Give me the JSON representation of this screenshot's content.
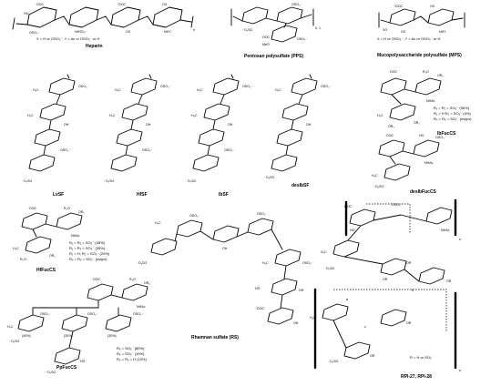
{
  "panels": {
    "heparin": {
      "title": "Heparin",
      "legend": "X = H or OSO₃⁻, Y = Ac or OSO₃⁻ or H",
      "groups": [
        "⁻OOC",
        "HO",
        "OSO₃⁻",
        "⁻OOC",
        "HO",
        "OX",
        "NHSO₃⁻",
        "OX",
        "NHY",
        "O",
        "n"
      ]
    },
    "pps": {
      "title": "Pentosan polysulfate (PPS)",
      "groups": [
        "⁻O₃SO",
        "OSO₃⁻",
        "⁻OOC",
        "MeO",
        "OSO₃⁻",
        "0, 1"
      ]
    },
    "mps": {
      "title": "Mucopolysaccharide polysulfate (MPS)",
      "legend": "X = H or OSO₃⁻, Y = Ac or OSO₃⁻ or H",
      "groups": [
        "⁻OOC",
        "XO",
        "OX",
        "OX",
        "NHY"
      ]
    },
    "lvsf": {
      "title": "LvSF",
      "groups": [
        "OSO₃⁻",
        "H₃C",
        "OH",
        "OSO₃⁻",
        "⁻O₃SO"
      ]
    },
    "hfsf": {
      "title": "HfSF",
      "groups": [
        "OSO₃⁻",
        "H₃C",
        "OH",
        "OSO₃⁻",
        "⁻O₃SO"
      ]
    },
    "ibsf": {
      "title": "IbSF",
      "groups": [
        "OSO₃⁻",
        "H₃C",
        "OH",
        "OSO₃⁻",
        "⁻O₃SO"
      ]
    },
    "desibsf": {
      "title": "desIbSF",
      "groups": [
        "OSO₃⁻",
        "H₃C",
        "OH",
        "⁻O₃SO"
      ]
    },
    "ibfuccs": {
      "title": "IbFucCS",
      "groups": [
        "⁻OOC",
        "R₄O",
        "OR₆",
        "NHAc",
        "H₃C",
        "OR₂",
        "OR₃"
      ],
      "legend_lines": [
        "R₁ = R₂ = SO₃⁻ (96%)",
        "R₁ = H R₂ = SO₃⁻ (4%)",
        "R₄ = R₆ = SO₃⁻ (major)"
      ]
    },
    "desibfuccs": {
      "title": "desIbFucCS",
      "groups": [
        "⁻OOC",
        "HO",
        "OSO₃⁻",
        "NHAc",
        "H₃C",
        "⁻O₃SO"
      ]
    },
    "hffuccs": {
      "title": "HfFucCS",
      "groups": [
        "⁻OOC",
        "R₄O",
        "OR₆",
        "NHAc",
        "H₃C",
        "OR₂",
        "R₃O"
      ],
      "legend_lines": [
        "R₁ = R₂ = SO₃⁻ (45%)",
        "R₁ = R₃ = SO₃⁻ (35%)",
        "R₁ = H; R₂ = SO₃⁻ (20%)",
        "R₄ = R₆ = SO₃⁻ (major)"
      ]
    },
    "ppfuccs": {
      "title": "PpFucCS",
      "groups": [
        "⁻OOC",
        "R₄O",
        "OR₆",
        "NHAc",
        "H₃C",
        "OSO₃⁻",
        "⁻O₃SO",
        "HO"
      ],
      "percents": [
        "(40%)",
        "(30%)",
        "(30%)"
      ],
      "legend_lines": [
        "R₄ = SO₃⁻ (80%)",
        "R₆ = SO₃⁻ (10%)",
        "R₄ = R₆ = H (10%)"
      ]
    },
    "rs": {
      "title": "Rhamnan sulfate (RS)",
      "groups": [
        "H₃C",
        "OSO₃⁻",
        "⁻O₃SO",
        "OH",
        "HO",
        "⁻OOC"
      ]
    },
    "rpi": {
      "title": "RPI-27, RPI-28",
      "legend": "R = H or SO₃⁻",
      "groups": [
        "⁻OOC",
        "HO",
        "OSO₃⁻",
        "NHAc",
        "n",
        "H₃C",
        "⁻O₃SO",
        "OR",
        "a",
        "b",
        "c"
      ]
    }
  }
}
